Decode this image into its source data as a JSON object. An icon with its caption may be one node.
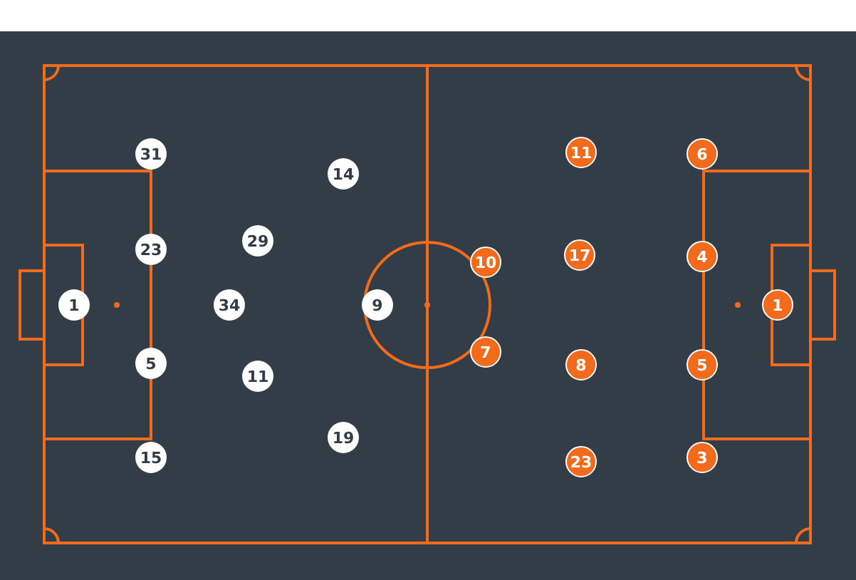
{
  "diagram": {
    "nodes": [
      {
        "text": [
          "31"
        ]
      },
      {
        "text": [
          "14"
        ]
      },
      {
        "text": [
          "29"
        ]
      },
      {
        "text": [
          "23"
        ]
      },
      {
        "text": [
          "1"
        ]
      },
      {
        "text": [
          "34"
        ]
      },
      {
        "text": [
          "9"
        ]
      },
      {
        "text": [
          "5"
        ]
      },
      {
        "text": [
          "11"
        ]
      },
      {
        "text": [
          "19"
        ]
      },
      {
        "text": [
          "15"
        ]
      },
      {
        "text": [
          "11"
        ]
      },
      {
        "text": [
          "6"
        ]
      },
      {
        "text": [
          "17"
        ]
      },
      {
        "text": [
          "10"
        ]
      },
      {
        "text": [
          "4"
        ]
      },
      {
        "text": [
          "1"
        ]
      },
      {
        "text": [
          "7"
        ]
      },
      {
        "text": [
          "8"
        ]
      },
      {
        "text": [
          "5"
        ]
      },
      {
        "text": [
          "23"
        ]
      },
      {
        "text": [
          "3"
        ]
      }
    ]
  }
}
